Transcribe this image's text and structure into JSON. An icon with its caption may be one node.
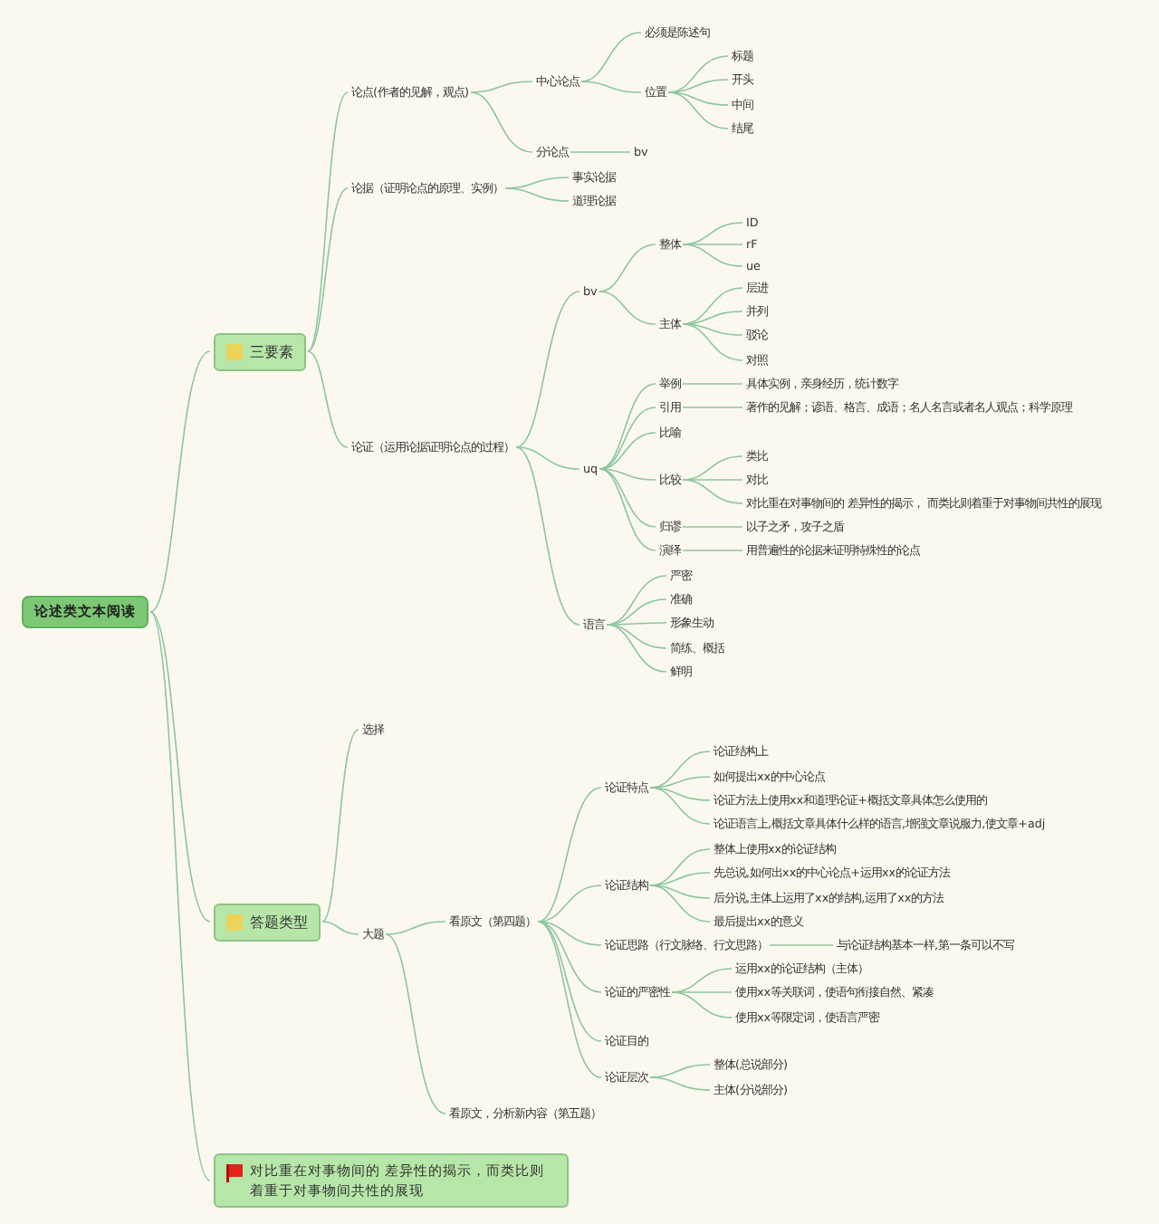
{
  "diagram": {
    "nodes": [
      {
        "text": [
          "论述类文本阅读"
        ]
      },
      {
        "text": [
          "三要素"
        ]
      },
      {
        "text": [
          "论点(作者的见解，观点)"
        ]
      },
      {
        "text": [
          "中心论点"
        ]
      },
      {
        "text": [
          "必须是陈述句"
        ]
      },
      {
        "text": [
          "位置"
        ]
      },
      {
        "text": [
          "标题"
        ]
      },
      {
        "text": [
          "开头"
        ]
      },
      {
        "text": [
          "中间"
        ]
      },
      {
        "text": [
          "结尾"
        ]
      },
      {
        "text": [
          "分论点"
        ]
      },
      {
        "text": [
          "bv"
        ]
      },
      {
        "text": [
          "论据（证明论点的原理、实例）"
        ]
      },
      {
        "text": [
          "事实论据"
        ]
      },
      {
        "text": [
          "道理论据"
        ]
      },
      {
        "text": [
          "论证（运用论据证明论点的过程）"
        ]
      },
      {
        "text": [
          "bv"
        ]
      },
      {
        "text": [
          "整体"
        ]
      },
      {
        "text": [
          "ID"
        ]
      },
      {
        "text": [
          "rF"
        ]
      },
      {
        "text": [
          "ue"
        ]
      },
      {
        "text": [
          "主体"
        ]
      },
      {
        "text": [
          "层进"
        ]
      },
      {
        "text": [
          "并列"
        ]
      },
      {
        "text": [
          "驳论"
        ]
      },
      {
        "text": [
          "对照"
        ]
      },
      {
        "text": [
          "uq"
        ]
      },
      {
        "text": [
          "举例"
        ]
      },
      {
        "text": [
          "具体实例，亲身经历，统计数字"
        ]
      },
      {
        "text": [
          "引用"
        ]
      },
      {
        "text": [
          "著作的见解；谚语、格言、成语；名人名言或者名人观点；科学原理"
        ]
      },
      {
        "text": [
          "比喻"
        ]
      },
      {
        "text": [
          "比较"
        ]
      },
      {
        "text": [
          "类比"
        ]
      },
      {
        "text": [
          "对比"
        ]
      },
      {
        "text": [
          "对比重在对事物间的 差异性的揭示， 而类比则着重于对事物间共性的展现"
        ]
      },
      {
        "text": [
          "归谬"
        ]
      },
      {
        "text": [
          "以子之矛，攻子之盾"
        ]
      },
      {
        "text": [
          "演绎"
        ]
      },
      {
        "text": [
          "用普遍性的论据来证明特殊性的论点"
        ]
      },
      {
        "text": [
          "语言"
        ]
      },
      {
        "text": [
          "严密"
        ]
      },
      {
        "text": [
          "准确"
        ]
      },
      {
        "text": [
          "形象生动"
        ]
      },
      {
        "text": [
          "简练、概括"
        ]
      },
      {
        "text": [
          "鲜明"
        ]
      },
      {
        "text": [
          "答题类型"
        ]
      },
      {
        "text": [
          "选择"
        ]
      },
      {
        "text": [
          "大题"
        ]
      },
      {
        "text": [
          "看原文（第四题）"
        ]
      },
      {
        "text": [
          "论证特点"
        ]
      },
      {
        "text": [
          "论证结构上"
        ]
      },
      {
        "text": [
          "如何提出xx的中心论点"
        ]
      },
      {
        "text": [
          "论证方法上使用xx和道理论证+概括文章具体怎么使用的"
        ]
      },
      {
        "text": [
          "论证语言上,概括文章具体什么样的语言,增强文章说服力,使文章+adj"
        ]
      },
      {
        "text": [
          "论证结构"
        ]
      },
      {
        "text": [
          "整体上使用xx的论证结构"
        ]
      },
      {
        "text": [
          "先总说,如何出xx的中心论点+运用xx的论证方法"
        ]
      },
      {
        "text": [
          "后分说,主体上运用了xx的结构,运用了xx的方法"
        ]
      },
      {
        "text": [
          "最后提出xx的意义"
        ]
      },
      {
        "text": [
          "论证思路（行文脉络、行文思路）"
        ]
      },
      {
        "text": [
          "与论证结构基本一样,第一条可以不写"
        ]
      },
      {
        "text": [
          "论证的严密性"
        ]
      },
      {
        "text": [
          "运用xx的论证结构（主体）"
        ]
      },
      {
        "text": [
          "使用xx等关联词，使语句衔接自然、紧凑"
        ]
      },
      {
        "text": [
          "使用xx等限定词，使语言严密"
        ]
      },
      {
        "text": [
          "论证目的"
        ]
      },
      {
        "text": [
          "论证层次"
        ]
      },
      {
        "text": [
          "整体(总说部分)"
        ]
      },
      {
        "text": [
          "主体(分说部分)"
        ]
      },
      {
        "text": [
          "看原文，分析新内容（第五题）"
        ]
      },
      {
        "text": [
          "对比重在对事物间的 差异性的揭示，而类比则着重于对事物间共性的展现"
        ]
      }
    ],
    "edges": [
      {
        "from": 0,
        "to": 1,
        "arrow": "none"
      },
      {
        "from": 1,
        "to": 2,
        "arrow": "none"
      },
      {
        "from": 2,
        "to": 3,
        "arrow": "none"
      },
      {
        "from": 3,
        "to": 4,
        "arrow": "none"
      },
      {
        "from": 3,
        "to": 5,
        "arrow": "none"
      },
      {
        "from": 5,
        "to": 6,
        "arrow": "none"
      },
      {
        "from": 5,
        "to": 7,
        "arrow": "none"
      },
      {
        "from": 5,
        "to": 8,
        "arrow": "none"
      },
      {
        "from": 5,
        "to": 9,
        "arrow": "none"
      },
      {
        "from": 2,
        "to": 10,
        "arrow": "none"
      },
      {
        "from": 10,
        "to": 11,
        "arrow": "none"
      },
      {
        "from": 1,
        "to": 12,
        "arrow": "none"
      },
      {
        "from": 12,
        "to": 13,
        "arrow": "none"
      },
      {
        "from": 12,
        "to": 14,
        "arrow": "none"
      },
      {
        "from": 1,
        "to": 15,
        "arrow": "none"
      },
      {
        "from": 15,
        "to": 16,
        "arrow": "none"
      },
      {
        "from": 16,
        "to": 17,
        "arrow": "none"
      },
      {
        "from": 17,
        "to": 18,
        "arrow": "none"
      },
      {
        "from": 17,
        "to": 19,
        "arrow": "none"
      },
      {
        "from": 17,
        "to": 20,
        "arrow": "none"
      },
      {
        "from": 16,
        "to": 21,
        "arrow": "none"
      },
      {
        "from": 21,
        "to": 22,
        "arrow": "none"
      },
      {
        "from": 21,
        "to": 23,
        "arrow": "none"
      },
      {
        "from": 21,
        "to": 24,
        "arrow": "none"
      },
      {
        "from": 21,
        "to": 25,
        "arrow": "none"
      },
      {
        "from": 15,
        "to": 26,
        "arrow": "none"
      },
      {
        "from": 26,
        "to": 27,
        "arrow": "none"
      },
      {
        "from": 27,
        "to": 28,
        "arrow": "none"
      },
      {
        "from": 26,
        "to": 29,
        "arrow": "none"
      },
      {
        "from": 29,
        "to": 30,
        "arrow": "none"
      },
      {
        "from": 26,
        "to": 31,
        "arrow": "none"
      },
      {
        "from": 26,
        "to": 32,
        "arrow": "none"
      },
      {
        "from": 32,
        "to": 33,
        "arrow": "none"
      },
      {
        "from": 32,
        "to": 34,
        "arrow": "none"
      },
      {
        "from": 32,
        "to": 35,
        "arrow": "none"
      },
      {
        "from": 26,
        "to": 36,
        "arrow": "none"
      },
      {
        "from": 36,
        "to": 37,
        "arrow": "none"
      },
      {
        "from": 26,
        "to": 38,
        "arrow": "none"
      },
      {
        "from": 38,
        "to": 39,
        "arrow": "none"
      },
      {
        "from": 15,
        "to": 40,
        "arrow": "none"
      },
      {
        "from": 40,
        "to": 41,
        "arrow": "none"
      },
      {
        "from": 40,
        "to": 42,
        "arrow": "none"
      },
      {
        "from": 40,
        "to": 43,
        "arrow": "none"
      },
      {
        "from": 40,
        "to": 44,
        "arrow": "none"
      },
      {
        "from": 40,
        "to": 45,
        "arrow": "none"
      },
      {
        "from": 0,
        "to": 46,
        "arrow": "none"
      },
      {
        "from": 46,
        "to": 47,
        "arrow": "none"
      },
      {
        "from": 46,
        "to": 48,
        "arrow": "none"
      },
      {
        "from": 48,
        "to": 49,
        "arrow": "none"
      },
      {
        "from": 49,
        "to": 50,
        "arrow": "none"
      },
      {
        "from": 50,
        "to": 51,
        "arrow": "none"
      },
      {
        "from": 50,
        "to": 52,
        "arrow": "none"
      },
      {
        "from": 50,
        "to": 53,
        "arrow": "none"
      },
      {
        "from": 50,
        "to": 54,
        "arrow": "none"
      },
      {
        "from": 49,
        "to": 55,
        "arrow": "none"
      },
      {
        "from": 55,
        "to": 56,
        "arrow": "none"
      },
      {
        "from": 55,
        "to": 57,
        "arrow": "none"
      },
      {
        "from": 55,
        "to": 58,
        "arrow": "none"
      },
      {
        "from": 55,
        "to": 59,
        "arrow": "none"
      },
      {
        "from": 49,
        "to": 60,
        "arrow": "none"
      },
      {
        "from": 60,
        "to": 61,
        "arrow": "none"
      },
      {
        "from": 49,
        "to": 62,
        "arrow": "none"
      },
      {
        "from": 62,
        "to": 63,
        "arrow": "none"
      },
      {
        "from": 62,
        "to": 64,
        "arrow": "none"
      },
      {
        "from": 62,
        "to": 65,
        "arrow": "none"
      },
      {
        "from": 49,
        "to": 66,
        "arrow": "none"
      },
      {
        "from": 49,
        "to": 67,
        "arrow": "none"
      },
      {
        "from": 67,
        "to": 68,
        "arrow": "none"
      },
      {
        "from": 67,
        "to": 69,
        "arrow": "none"
      },
      {
        "from": 48,
        "to": 70,
        "arrow": "none"
      },
      {
        "from": 0,
        "to": 71,
        "arrow": "none"
      }
    ]
  }
}
